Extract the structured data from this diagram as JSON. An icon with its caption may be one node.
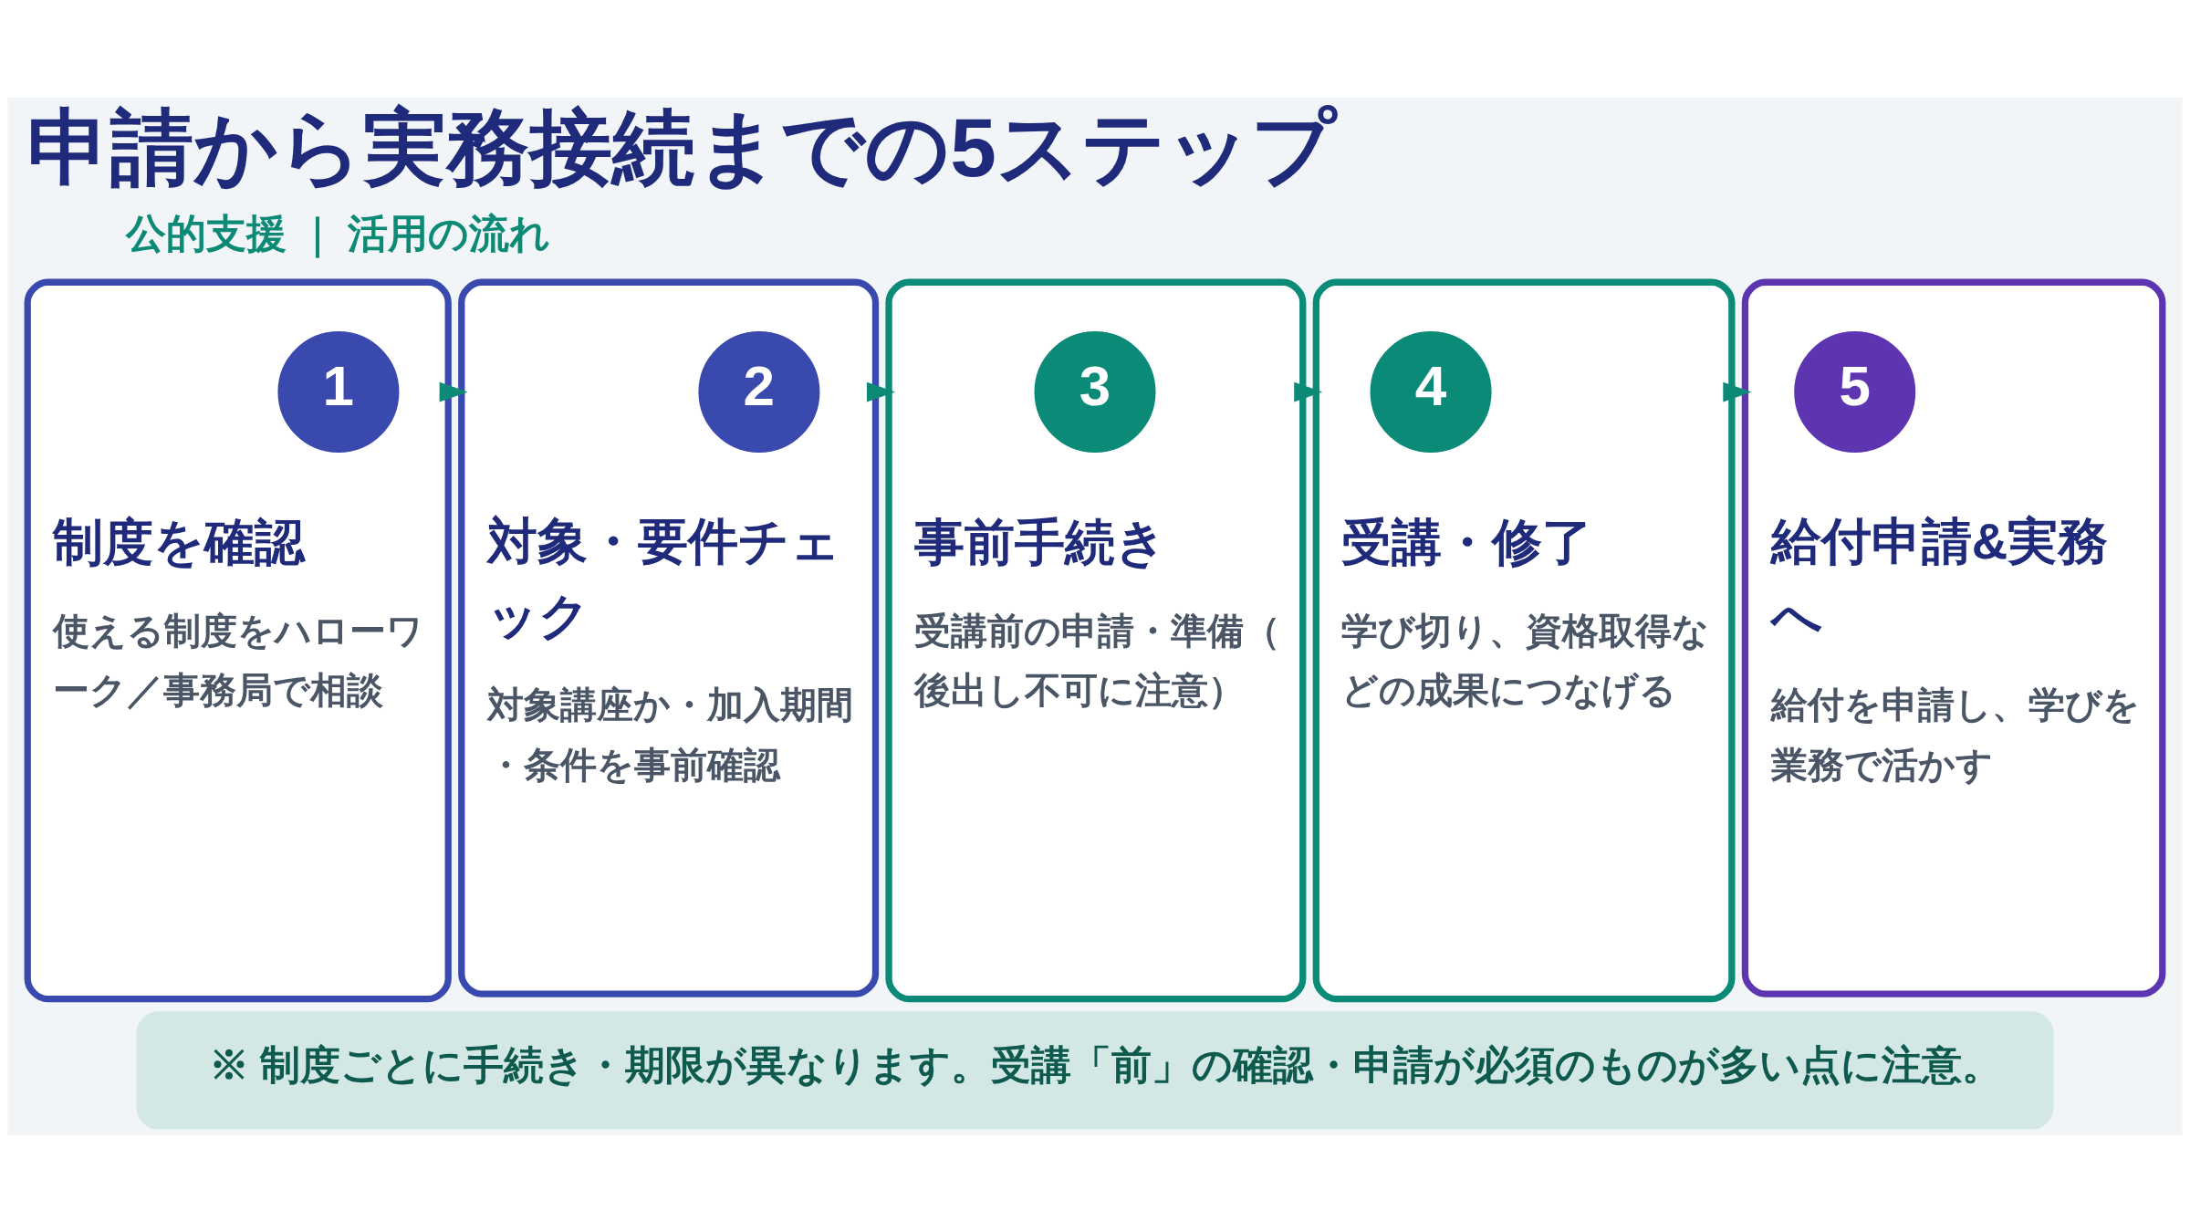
{
  "diagram": {
    "title": "申請から実務接続までの5ステップ",
    "nodes": [
      {
        "text": [
          "制度を確認",
          "使える制度をハローワーク／事務局で相談"
        ]
      },
      {
        "text": [
          "1"
        ],
        "in": 0
      },
      {
        "text": [
          "対象・要件チェック",
          "対象講座か・加入期間・条件を事前確認"
        ]
      },
      {
        "text": [
          "2"
        ],
        "in": 2
      },
      {
        "text": [
          "事前手続き",
          "受講前の申請・準備（後出し不可に注意）"
        ]
      },
      {
        "text": [
          "3"
        ],
        "in": 4
      },
      {
        "text": [
          "受講・修了",
          "学び切り、資格取得などの成果につなげる"
        ]
      },
      {
        "text": [
          "4"
        ],
        "in": 6
      },
      {
        "text": [
          "給付申請&実務へ",
          "給付を申請し、学びを業務で活かす"
        ]
      },
      {
        "text": [
          "5"
        ],
        "in": 8
      },
      {
        "text": [
          "※ 制度ごとに手続き・期限が異なります。受講「前」の確認・申請が必須のものが多い点に注意。"
        ]
      }
    ],
    "edges": [
      {
        "from": 0,
        "to": 2,
        "arrow": "to"
      },
      {
        "from": 2,
        "to": 4,
        "arrow": "to"
      },
      {
        "from": 4,
        "to": 6,
        "arrow": "to"
      },
      {
        "from": 6,
        "to": 8,
        "arrow": "to"
      }
    ],
    "labels": [
      "公的支援 ｜ 活用の流れ"
    ]
  }
}
